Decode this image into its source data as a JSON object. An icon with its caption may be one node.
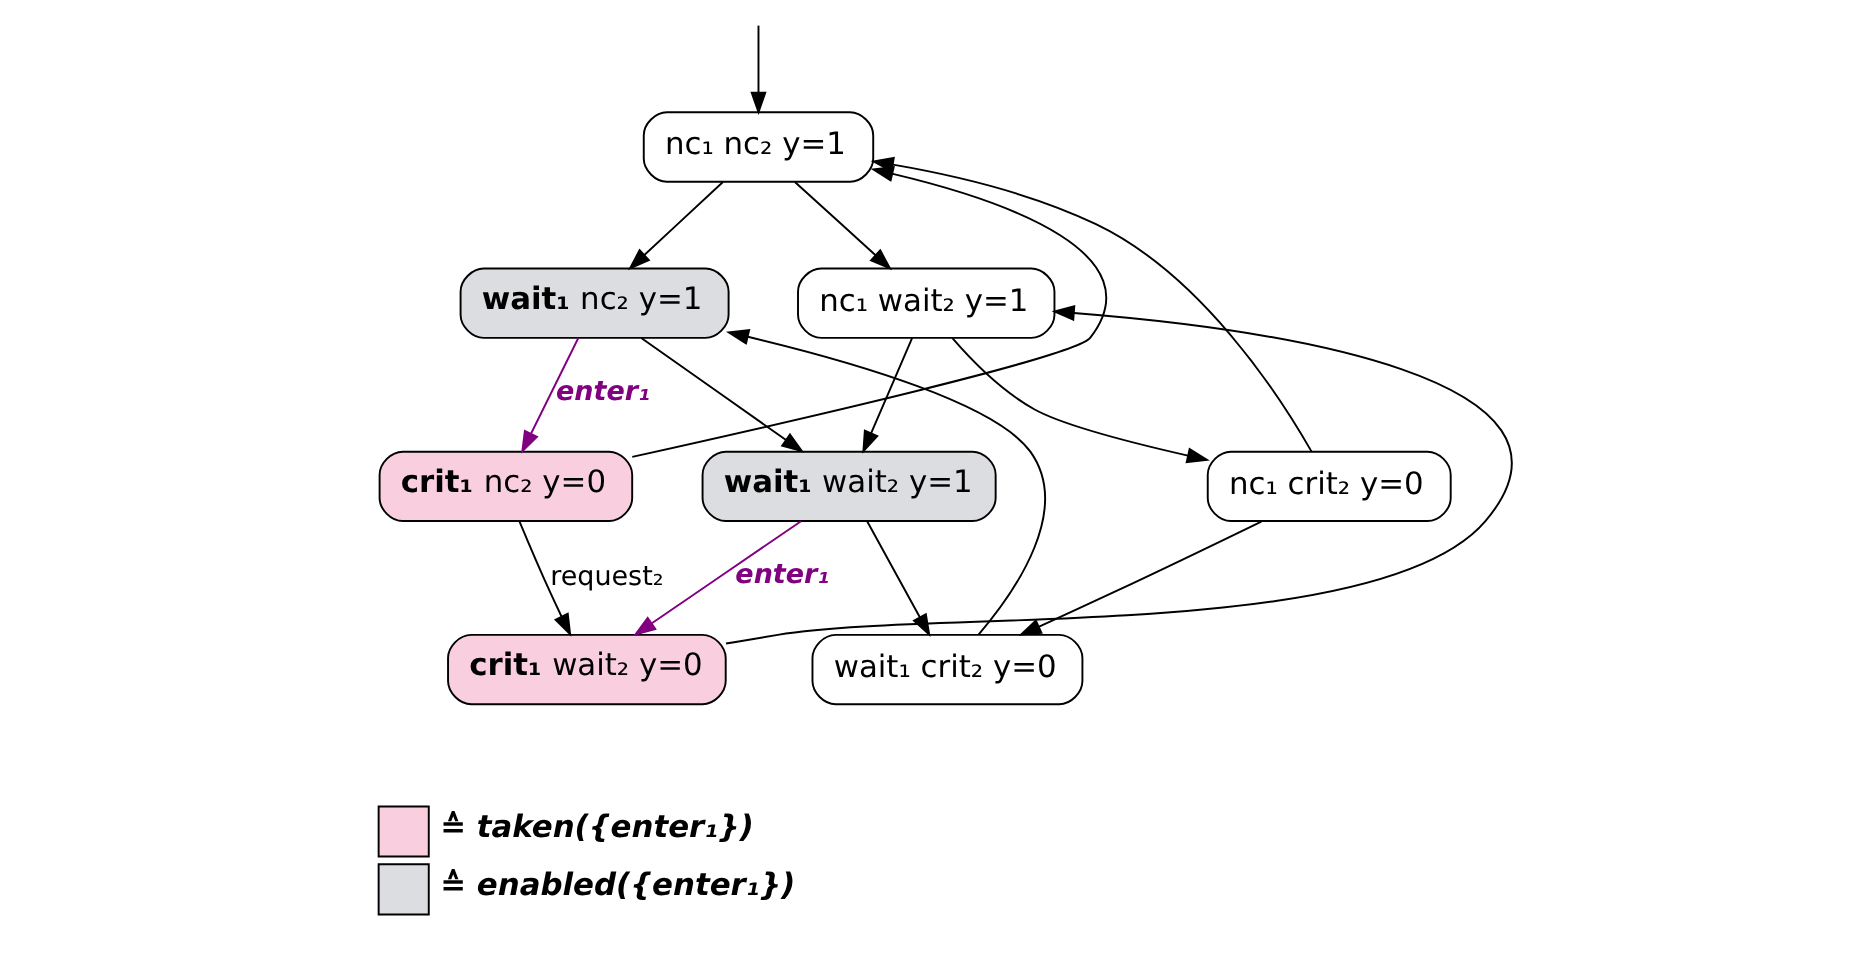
{
  "diagram": {
    "nodes": [
      {
        "text": [
          "nc₁ nc₂ y=1"
        ]
      },
      {
        "text": [
          "**wait₁** nc₂ y=1"
        ]
      },
      {
        "text": [
          "nc₁ wait₂ y=1"
        ]
      },
      {
        "text": [
          "**crit₁** nc₂ y=0"
        ]
      },
      {
        "text": [
          "**wait₁** wait₂ y=1"
        ]
      },
      {
        "text": [
          "nc₁ crit₂ y=0"
        ]
      },
      {
        "text": [
          "**crit₁** wait₂ y=0"
        ]
      },
      {
        "text": [
          "wait₁ crit₂ y=0"
        ]
      }
    ],
    "edges": [
      {
        "from": null,
        "to": 0,
        "arrow": "to"
      },
      {
        "from": 0,
        "to": 1,
        "arrow": "to"
      },
      {
        "from": 0,
        "to": 2,
        "arrow": "to"
      },
      {
        "from": 1,
        "to": 3,
        "arrow": "to",
        "label": "enter₁",
        "color": "#800080"
      },
      {
        "from": 1,
        "to": 4,
        "arrow": "to"
      },
      {
        "from": 2,
        "to": 4,
        "arrow": "to"
      },
      {
        "from": 2,
        "to": 5,
        "arrow": "to"
      },
      {
        "from": 3,
        "to": 0,
        "arrow": "to"
      },
      {
        "from": 3,
        "to": 6,
        "arrow": "to",
        "label": "request₂"
      },
      {
        "from": 4,
        "to": 6,
        "arrow": "to",
        "label": "enter₁",
        "color": "#800080"
      },
      {
        "from": 4,
        "to": 7,
        "arrow": "to"
      },
      {
        "from": 5,
        "to": 0,
        "arrow": "to"
      },
      {
        "from": 5,
        "to": 7,
        "arrow": "to"
      },
      {
        "from": 6,
        "to": 2,
        "arrow": "to"
      },
      {
        "from": 7,
        "to": 1,
        "arrow": "to"
      }
    ],
    "legend": [
      {
        "text": "≙ taken({enter₁})",
        "color": "#f9cfe0"
      },
      {
        "text": "≙ enabled({enter₁})",
        "color": "#dcdde0"
      }
    ]
  }
}
